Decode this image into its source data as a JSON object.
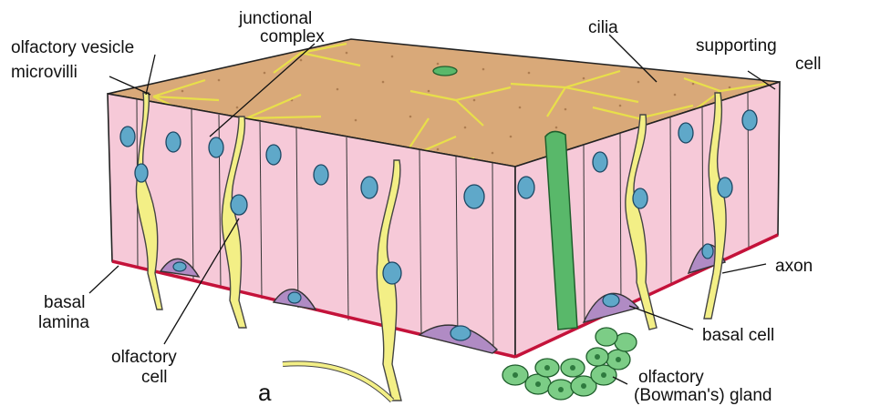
{
  "labels": {
    "junctional_complex": [
      "junctional",
      "complex"
    ],
    "olfactory_vesicle": "olfactory vesicle",
    "microvilli": "microvilli",
    "cilia": "cilia",
    "supporting_cell": [
      "supporting",
      "cell"
    ],
    "axon": "axon",
    "basal_lamina": [
      "basal",
      "lamina"
    ],
    "basal_cell": "basal cell",
    "olfactory_cell": [
      "olfactory",
      "cell"
    ],
    "olfactory_gland": [
      "olfactory",
      "(Bowman's) gland"
    ],
    "panel_letter": "a"
  },
  "colors": {
    "surface": "#d9a979",
    "supporting_cell": "#f6c9d8",
    "olfactory_cell": "#f3ef86",
    "nucleus": "#5fa8c9",
    "basal_cell": "#b08bc4",
    "gland": "#59b86a",
    "basal_lamina": "#c4123a"
  }
}
